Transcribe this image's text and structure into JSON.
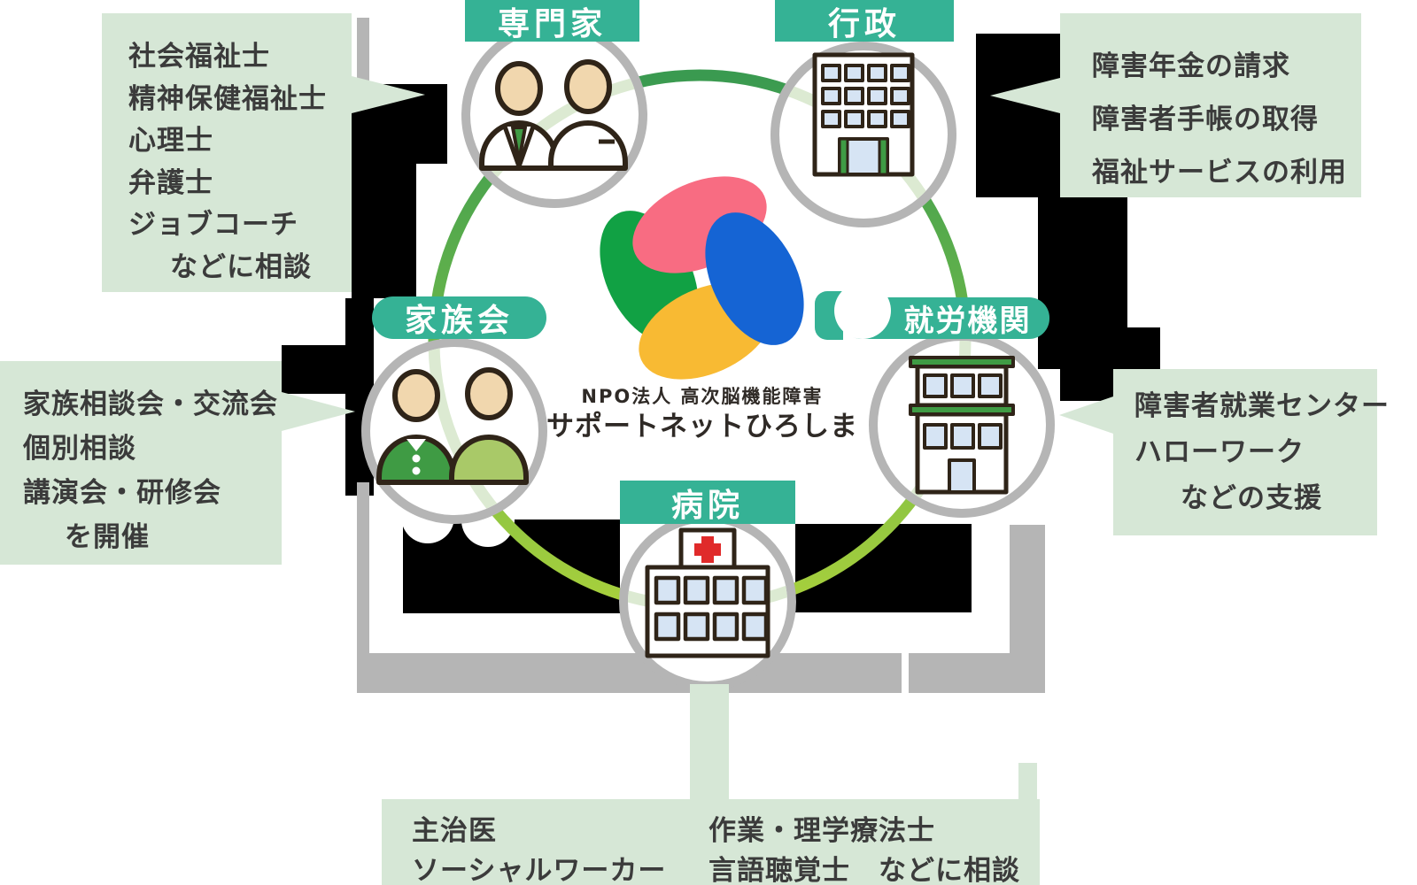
{
  "colors": {
    "teal": "#35b295",
    "callout-bg": "#d6e7d6",
    "connector-gray": "#b5b5b5",
    "ring-top": "#3a9a50",
    "ring-mid": "#6ab64a",
    "ring-bottom": "#a8d03c",
    "ring-faint": "#dcead2",
    "logo-pink": "#f86c82",
    "logo-blue": "#1564d4",
    "logo-green": "#11a144",
    "logo-yellow": "#f8ba33",
    "icon-outline": "#2f2418",
    "window-blue": "#d6e4f4",
    "cross-red": "#e02a2a",
    "skin": "#f1d7ae",
    "green-dark": "#3f9b44",
    "green-light": "#a9c968",
    "label-text": "#ffffff",
    "text-dark": "#3b3b3b",
    "logo-text": "#2f2a26",
    "artifact-black": "#000000"
  },
  "center": {
    "org_line1": "NPO法人 高次脳機能障害",
    "org_line2": "サポートネットひろしま"
  },
  "nodes": {
    "expert": {
      "label": "専門家"
    },
    "government": {
      "label": "行政"
    },
    "family": {
      "label": "家族会"
    },
    "employment": {
      "label": "就労機関"
    },
    "hospital": {
      "label": "病院"
    }
  },
  "callouts": {
    "expert": {
      "lines": [
        "社会福祉士",
        "精神保健福祉士",
        "心理士",
        "弁護士",
        "ジョブコーチ",
        "などに相談"
      ]
    },
    "government": {
      "lines": [
        "障害年金の請求",
        "障害者手帳の取得",
        "福祉サービスの利用"
      ]
    },
    "family": {
      "lines": [
        "家族相談会・交流会",
        "個別相談",
        "講演会・研修会",
        "を開催"
      ]
    },
    "employment": {
      "lines": [
        "障害者就業センター",
        "ハローワーク",
        "などの支援"
      ]
    },
    "hospital": {
      "left_lines": [
        "主治医",
        "ソーシャルワーカー"
      ],
      "right_lines": [
        "作業・理学療法士",
        "言語聴覚士　などに相談"
      ]
    }
  }
}
